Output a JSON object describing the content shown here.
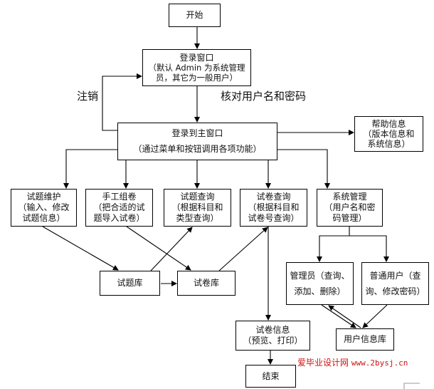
{
  "diagram": {
    "type": "flowchart",
    "nodes": {
      "start": {
        "lines": [
          "开始"
        ]
      },
      "login": {
        "lines": [
          "登录窗口",
          "（默认 Admin 为系统管理",
          "员，其它为一般用户）"
        ]
      },
      "main_window": {
        "lines": [
          "登录到主窗口",
          "（通过菜单和按钮调用各项功能）"
        ]
      },
      "help": {
        "lines": [
          "帮助信息",
          "（版本信息和",
          "系统信息）"
        ]
      },
      "question_maintenance": {
        "lines": [
          "试题维护",
          "（输入、修改",
          "试题信息）"
        ]
      },
      "manual_paper": {
        "lines": [
          "手工组卷",
          "（把合适的试",
          "题导入试卷）"
        ]
      },
      "question_query": {
        "lines": [
          "试题查询",
          "（根据科目和",
          "类型查询）"
        ]
      },
      "paper_query": {
        "lines": [
          "试卷查询",
          "（根据科目和",
          "试卷号查询）"
        ]
      },
      "system_admin": {
        "lines": [
          "系统管理",
          "（用户名和密",
          "码管理）"
        ]
      },
      "question_bank": {
        "lines": [
          "试题库"
        ]
      },
      "paper_bank": {
        "lines": [
          "试卷库"
        ]
      },
      "administrator": {
        "lines": [
          "管理员（查询、",
          "添加、删除）"
        ]
      },
      "normal_user": {
        "lines": [
          "普通用户（查",
          "询、修改密码）"
        ]
      },
      "paper_info": {
        "lines": [
          "试卷信息",
          "（预览、打印）"
        ]
      },
      "user_db": {
        "lines": [
          "用户信息库"
        ]
      },
      "end": {
        "lines": [
          "结束"
        ]
      }
    },
    "edge_labels": {
      "logout": "注销",
      "verify": "核对用户名和密码"
    },
    "edges": [
      [
        "start",
        "login"
      ],
      [
        "login",
        "main_window",
        "verify"
      ],
      [
        "main_window",
        "login",
        "logout"
      ],
      [
        "main_window",
        "help"
      ],
      [
        "main_window",
        "question_maintenance"
      ],
      [
        "main_window",
        "manual_paper"
      ],
      [
        "main_window",
        "question_query"
      ],
      [
        "main_window",
        "paper_query"
      ],
      [
        "main_window",
        "system_admin"
      ],
      [
        "question_maintenance",
        "question_bank"
      ],
      [
        "manual_paper",
        "paper_bank"
      ],
      [
        "question_bank",
        "question_query"
      ],
      [
        "question_bank",
        "paper_bank"
      ],
      [
        "paper_bank",
        "paper_query"
      ],
      [
        "paper_query",
        "paper_info"
      ],
      [
        "paper_info",
        "end"
      ],
      [
        "system_admin",
        "administrator"
      ],
      [
        "system_admin",
        "normal_user"
      ],
      [
        "administrator",
        "user_db"
      ],
      [
        "user_db",
        "administrator"
      ],
      [
        "normal_user",
        "user_db"
      ]
    ]
  },
  "watermark": {
    "site_name": "爱毕业设计网",
    "url": "www.2bysj.cn",
    "color": "#cc1111"
  }
}
